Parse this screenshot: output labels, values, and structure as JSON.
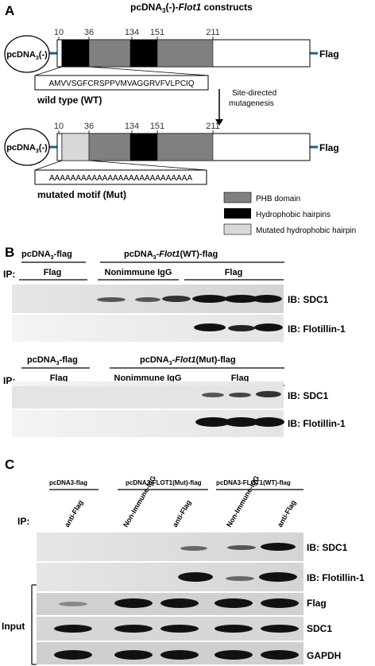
{
  "panelA": {
    "letter": "A",
    "title_prefix": "pcDNA",
    "title_sub": "3",
    "title_mid": "(-)-",
    "title_gene": "Flot1",
    "title_suffix": " constructs",
    "vector_label": "pcDNA",
    "vector_sub": "3",
    "vector_suffix": "(-)",
    "positions": [
      "10",
      "36",
      "134",
      "151",
      "211"
    ],
    "tag": "Flag",
    "wt_sequence": "AMVVSGFCRSPPVMVAGGRVFVLPCIQ",
    "wt_label": "wild type (WT)",
    "mut_sequence": "AAAAAAAAAAAAAAAAAAAAAAAAAAA",
    "mut_label": "mutated motif (Mut)",
    "arrow_label_1": "Site-directed",
    "arrow_label_2": "mutagenesis",
    "legend": [
      {
        "label": "PHB domain",
        "color": "#808080"
      },
      {
        "label": "Hydrophobic hairpins",
        "color": "#000000"
      },
      {
        "label": "Mutated hydrophobic hairpin",
        "color": "#d8d8d8"
      }
    ]
  },
  "panelB": {
    "letter": "B",
    "top": {
      "group1": "pcDNA3-flag",
      "group2_prefix": "pcDNA3-",
      "group2_gene": "Flot1",
      "group2_suffix": "(WT)-flag",
      "ip_label": "IP:",
      "ip1": "Flag",
      "ip2": "Nonimmune IgG",
      "ip3": "Flag",
      "blot1": "IB: SDC1",
      "blot2": "IB: Flotillin-1"
    },
    "bottom": {
      "group1": "pcDNA3-flag",
      "group2_prefix": "pcDNA3-",
      "group2_gene": "Flot1",
      "group2_suffix": "(Mut)-flag",
      "ip_label": "IP:",
      "ip1": "Flag",
      "ip2": "Nonimmune IgG",
      "ip3": "Flag",
      "blot1": "IB: SDC1",
      "blot2": "IB: Flotillin-1"
    }
  },
  "panelC": {
    "letter": "C",
    "group1": "pcDNA3-flag",
    "group2": "pcDNA3-FLOT1(Mut)-flag",
    "group3": "pcDNA3-FLOT1(WT)-flag",
    "ip_label": "IP:",
    "lanes": [
      "anti-Flag",
      "Non-Immune-IgG",
      "anti-Flag",
      "Non-Immune-IgG",
      "anti-Flag"
    ],
    "blot1": "IB: SDC1",
    "blot2": "IB: Flotillin-1",
    "blot3": "Flag",
    "blot4": "SDC1",
    "blot5": "GAPDH",
    "input_label": "Input"
  }
}
